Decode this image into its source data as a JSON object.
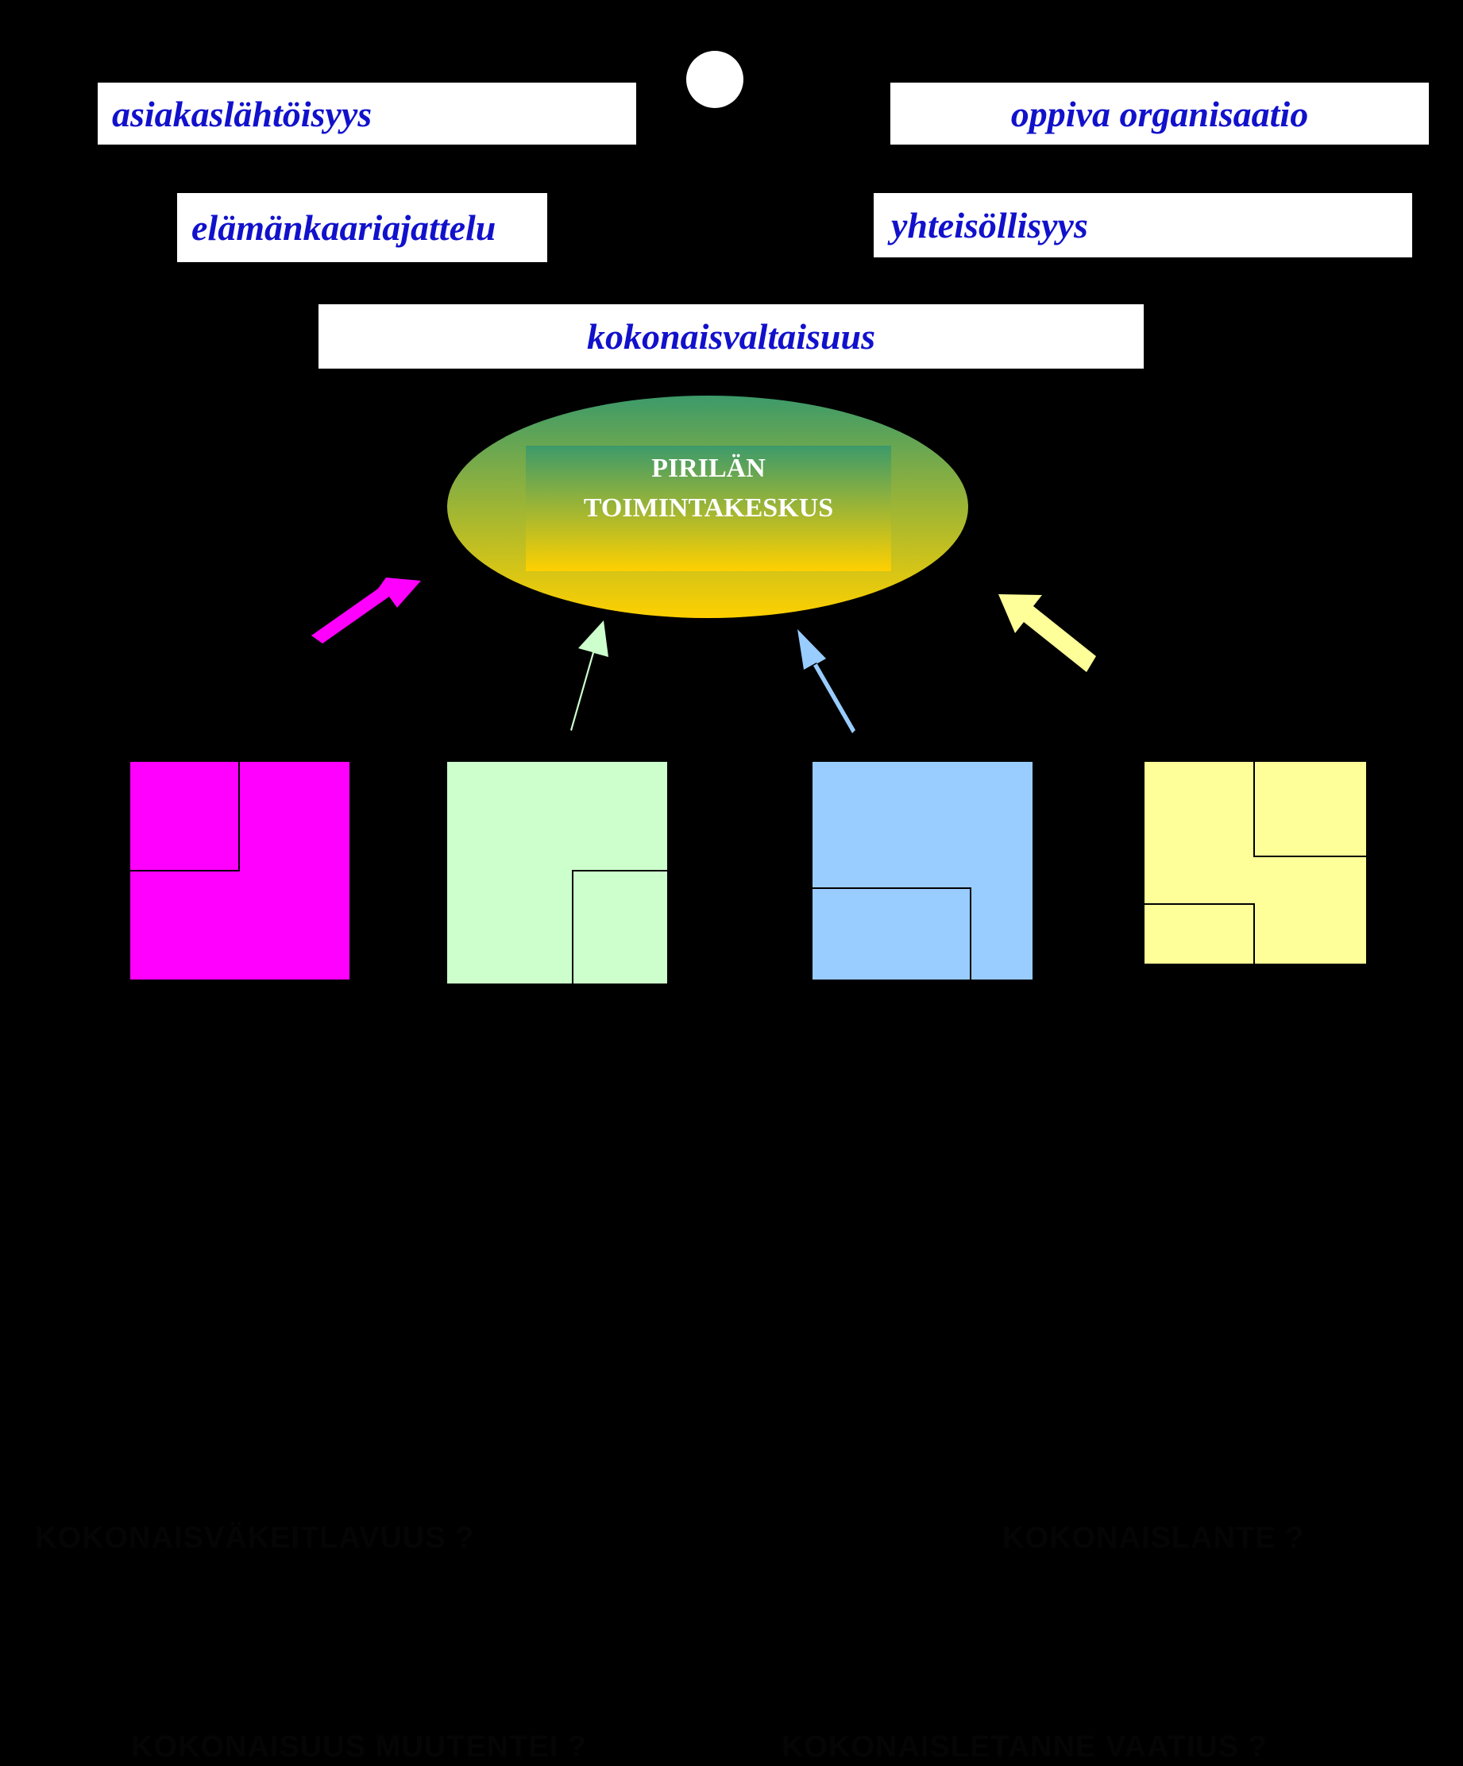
{
  "values": {
    "customer_orientation": "asiakaslähtöisyys",
    "learning_organization": "oppiva organisaatio",
    "life_cycle_thinking": "elämänkaariajattelu",
    "communality": "yhteisöllisyys",
    "holism": "kokonaisvaltaisuus"
  },
  "center": {
    "line1": "PIRILÄN",
    "line2": "TOIMINTAKESKUS"
  },
  "colors": {
    "background": "#000000",
    "value_text": "#1111cc",
    "magenta": "#ff00ff",
    "light_green": "#ccffcc",
    "light_blue": "#99ccff",
    "light_yellow": "#ffff99",
    "ellipse_top": "#3c9a6a",
    "ellipse_bottom": "#ffd000"
  },
  "bottom_labels": {
    "left_upper": "KOKONAISVÄKEITLAVUUS ?",
    "right_upper": "KOKONAISLANTE ?",
    "left_lower": "KOKONAISUUS MUUTENTEI ?",
    "right_lower": "KOKONAISLETANNE VAATIUS ?"
  }
}
